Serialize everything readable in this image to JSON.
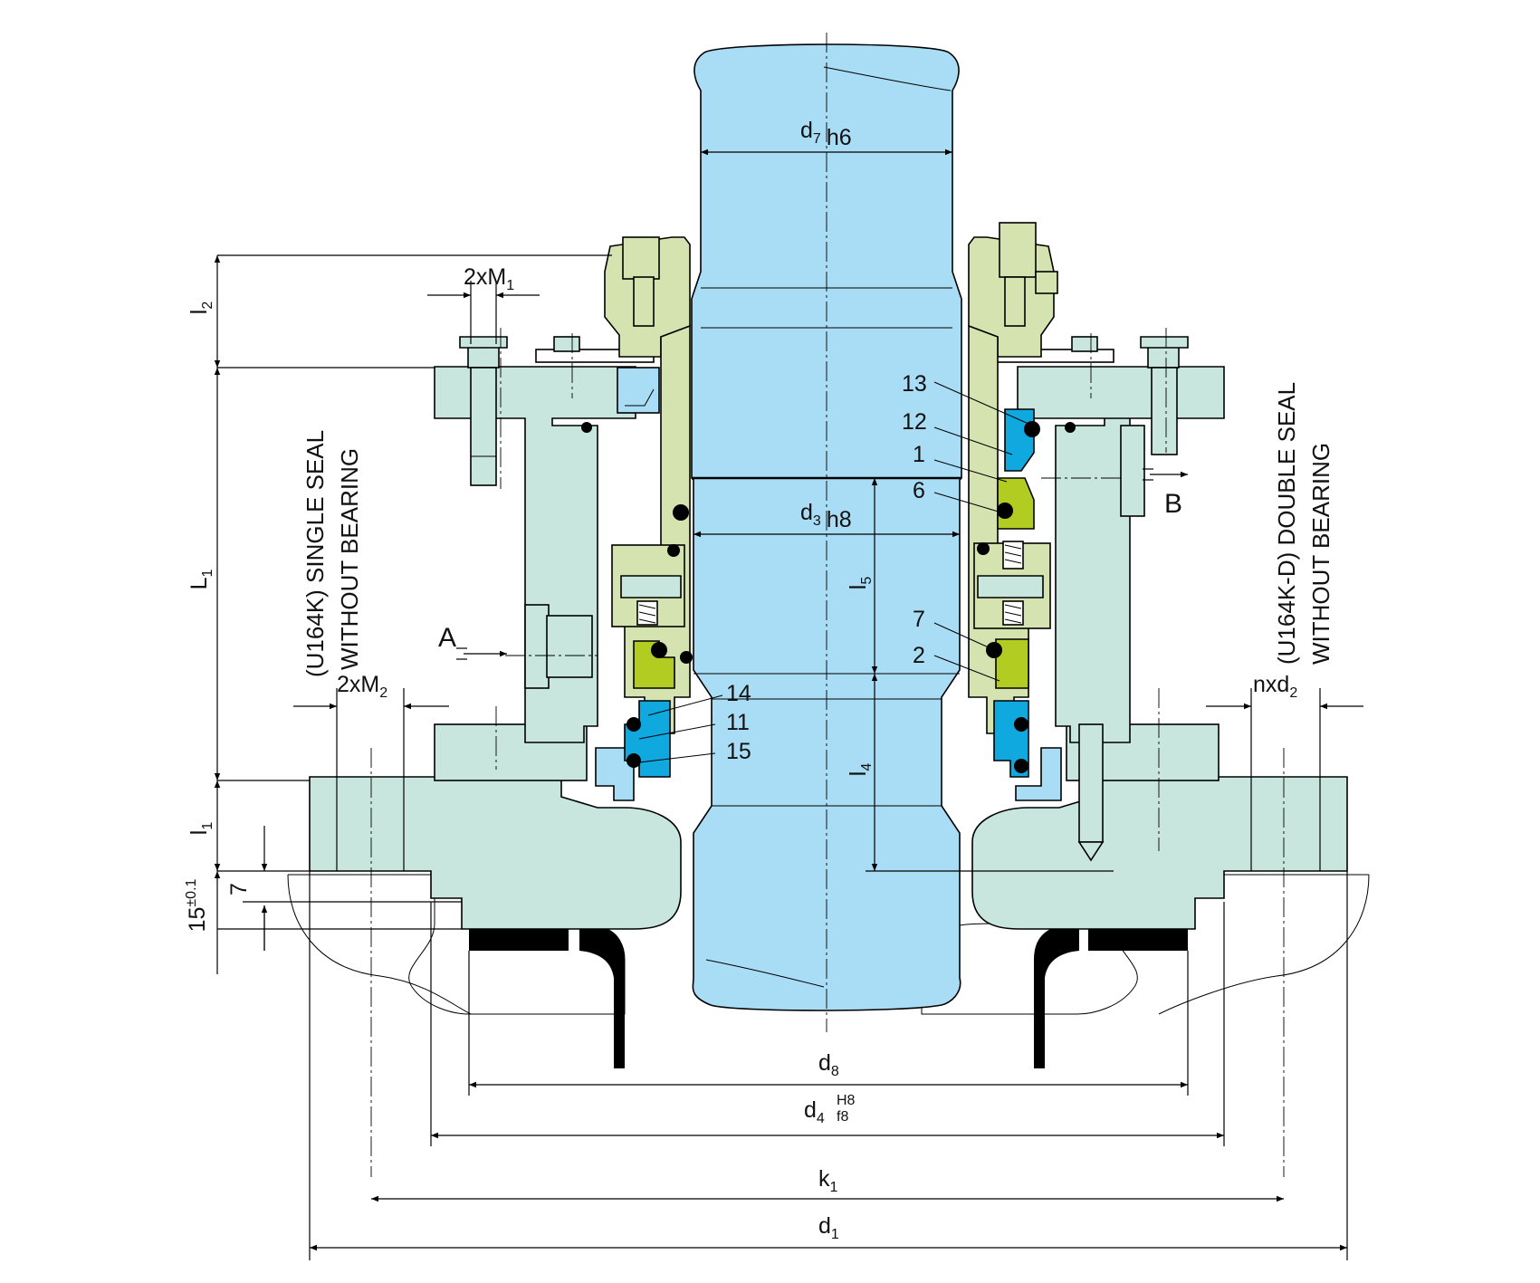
{
  "colors": {
    "shaft": "#a9dcf5",
    "housing": "#c9e6de",
    "sleeve": "#d4e3b0",
    "face_green": "#b3cc22",
    "face_blue": "#0fa8df",
    "oring": "#000000"
  },
  "dimensions": {
    "d7": {
      "main": "d",
      "sub": "7",
      "tol": "h6"
    },
    "d3": {
      "main": "d",
      "sub": "3",
      "tol": "h8"
    },
    "d8": {
      "main": "d",
      "sub": "8"
    },
    "d4": {
      "main": "d",
      "sub": "4",
      "tol_up": "H8",
      "tol_dn": "f8"
    },
    "k1": {
      "main": "k",
      "sub": "1"
    },
    "d1": {
      "main": "d",
      "sub": "1"
    },
    "L1": {
      "main": "L",
      "sub": "1"
    },
    "l1": {
      "main": "l",
      "sub": "1"
    },
    "l2": {
      "main": "l",
      "sub": "2"
    },
    "l4": {
      "main": "l",
      "sub": "4"
    },
    "l5": {
      "main": "l",
      "sub": "5"
    },
    "fifteen": {
      "main": "15",
      "sup": "±0.1"
    },
    "seven": "7",
    "m1": {
      "main": "2xM",
      "sub": "1"
    },
    "m2": {
      "main": "2xM",
      "sub": "2"
    },
    "nd2": {
      "main": "nxd",
      "sub": "2"
    }
  },
  "ports": {
    "a": "A",
    "b": "B"
  },
  "variant_left": {
    "line1": "(U164K)  SINGLE SEAL",
    "line2": "WITHOUT BEARING"
  },
  "variant_right": {
    "line1": "(U164K-D) DOUBLE SEAL",
    "line2": "WITHOUT BEARING"
  },
  "parts": [
    "13",
    "12",
    "1",
    "6",
    "7",
    "2",
    "14",
    "11",
    "15"
  ]
}
